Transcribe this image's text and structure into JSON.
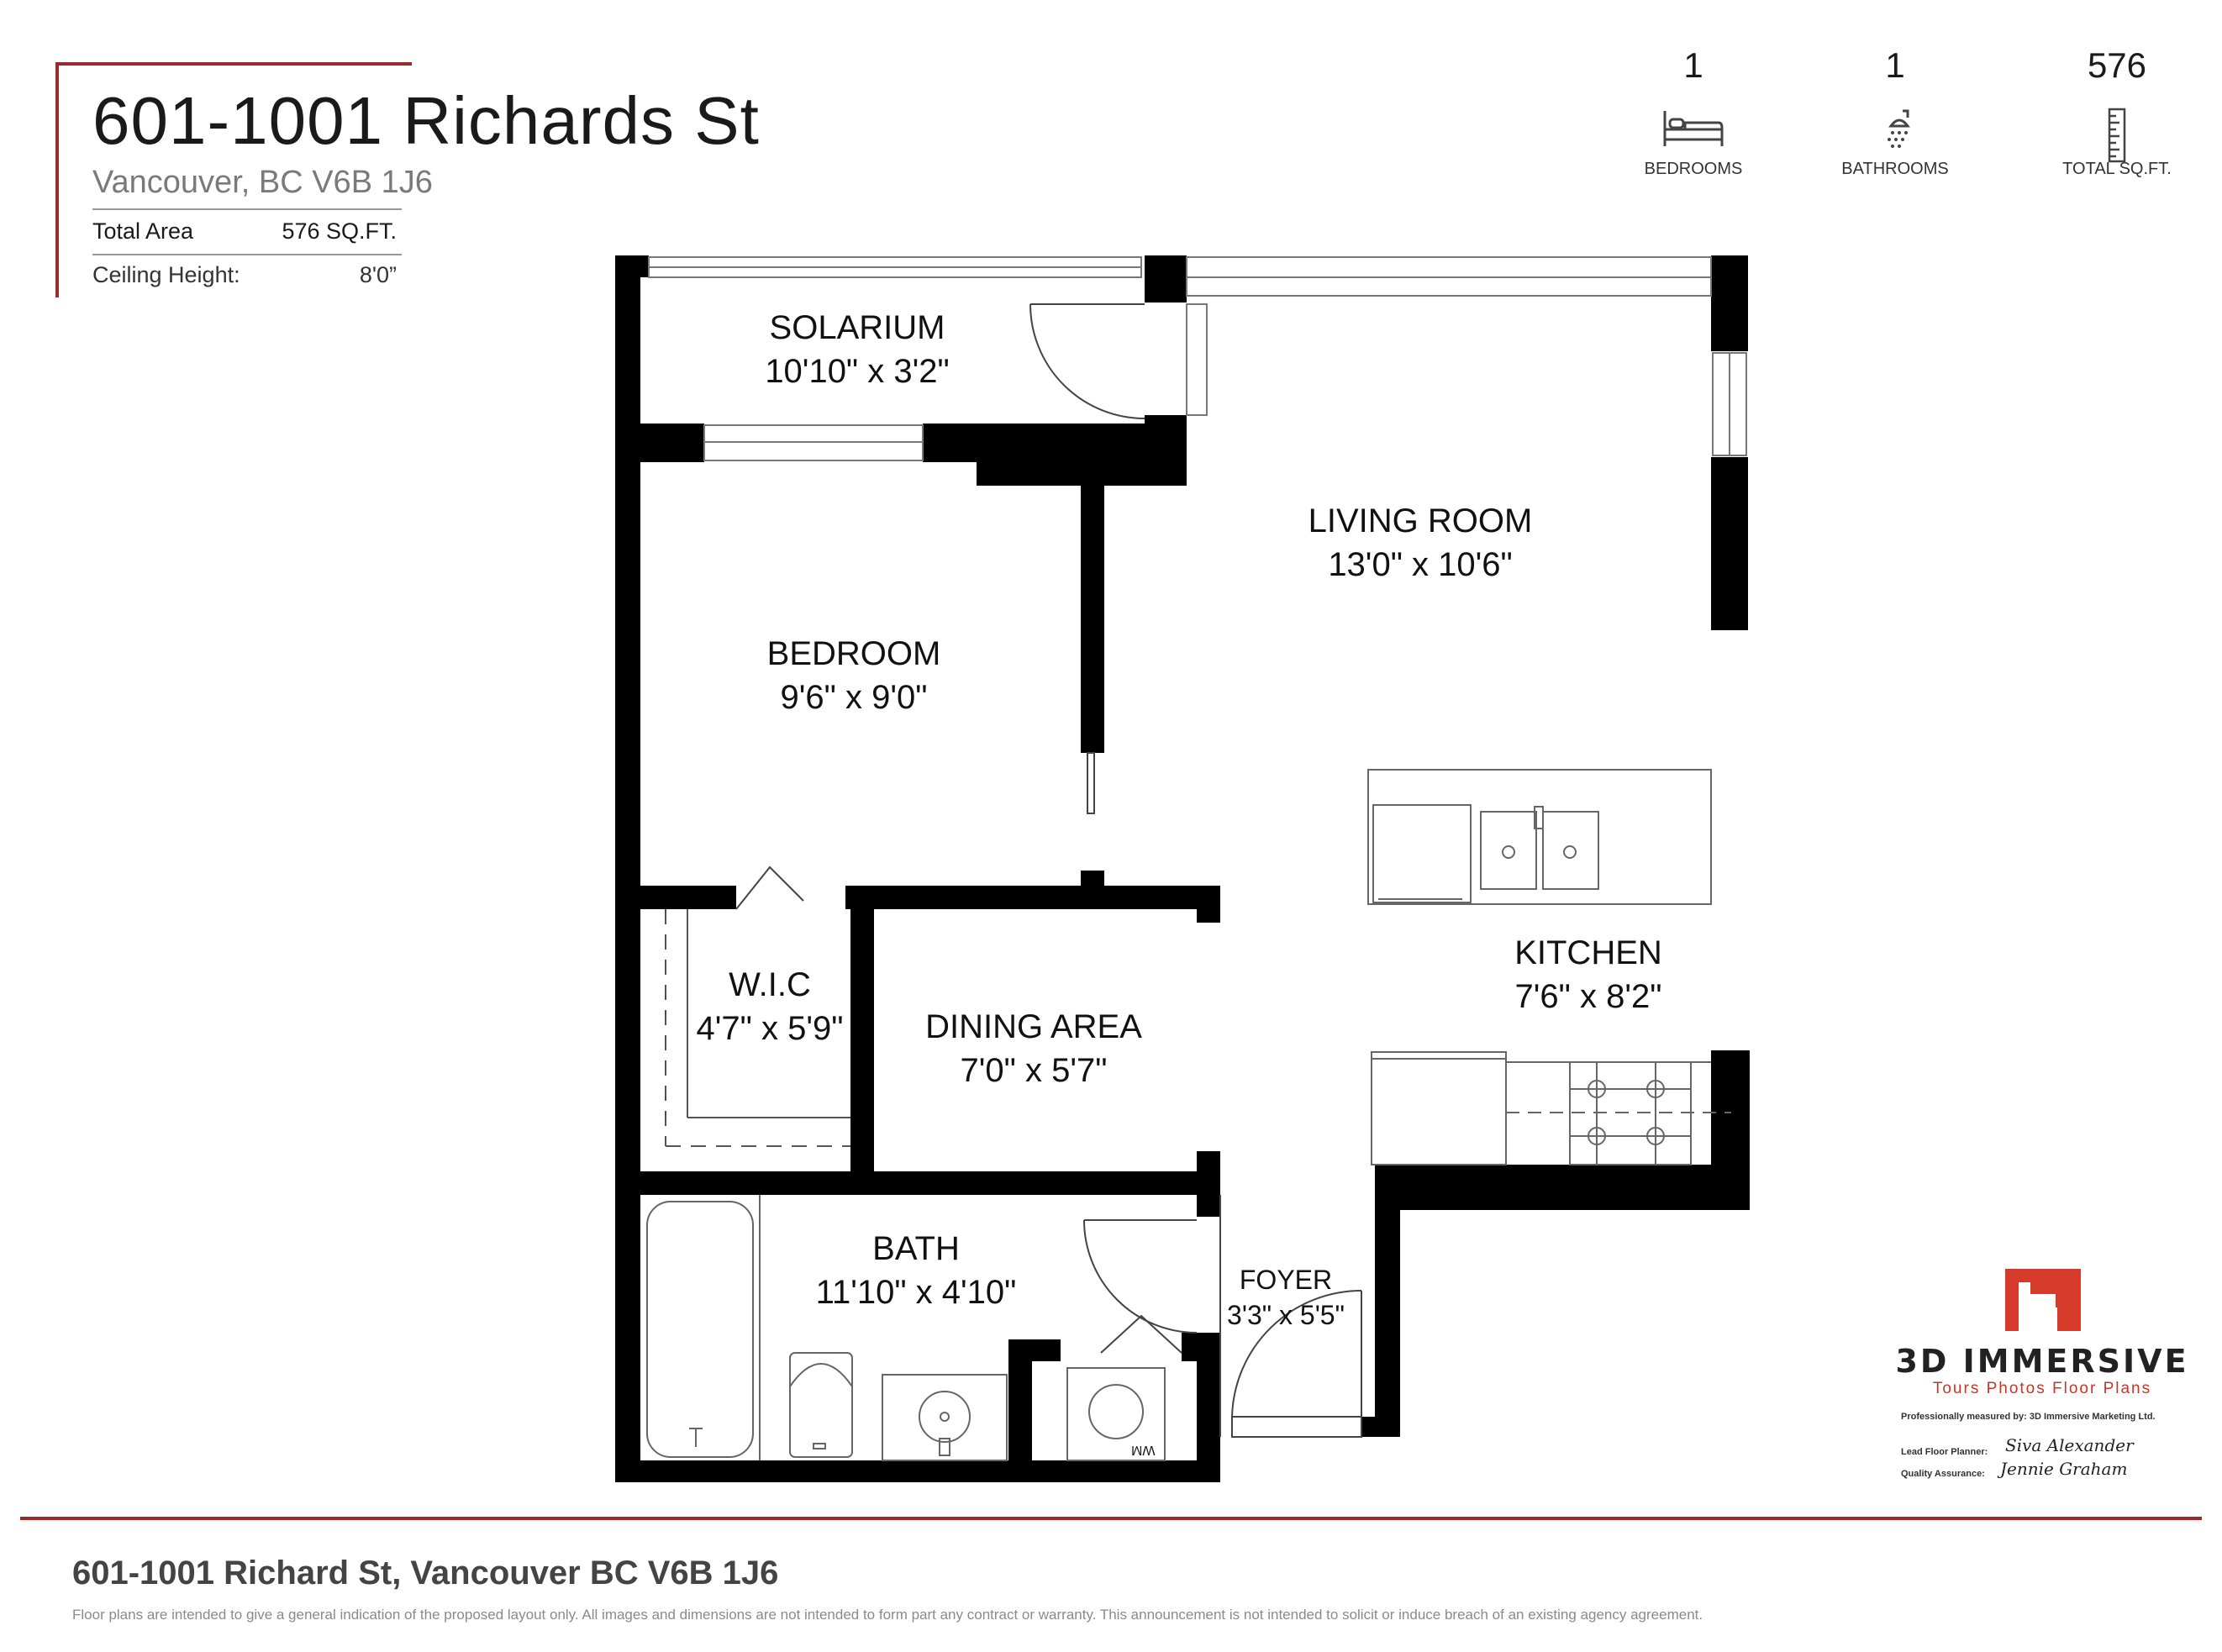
{
  "header": {
    "title": "601-1001 Richards St",
    "subtitle": "Vancouver, BC V6B 1J6",
    "total_area_label": "Total Area",
    "total_area_value": "576 SQ.FT.",
    "ceiling_label": "Ceiling Height:",
    "ceiling_value": "8'0”"
  },
  "stats": [
    {
      "value": "1",
      "label": "BEDROOMS",
      "icon": "bed-icon"
    },
    {
      "value": "1",
      "label": "BATHROOMS",
      "icon": "shower-icon"
    },
    {
      "value": "576",
      "label": "TOTAL SQ.FT.",
      "icon": "ruler-icon"
    }
  ],
  "rooms": {
    "solarium": {
      "name": "SOLARIUM",
      "dims": "10'10\" x 3'2\""
    },
    "living": {
      "name": "LIVING ROOM",
      "dims": "13'0\" x 10'6\""
    },
    "bedroom": {
      "name": "BEDROOM",
      "dims": "9'6\" x 9'0\""
    },
    "wic": {
      "name": "W.I.C",
      "dims": "4'7\" x 5'9\""
    },
    "dining": {
      "name": "DINING AREA",
      "dims": "7'0\" x 5'7\""
    },
    "kitchen": {
      "name": "KITCHEN",
      "dims": "7'6\" x 8'2\""
    },
    "bath": {
      "name": "BATH",
      "dims": "11'10\" x 4'10\""
    },
    "foyer": {
      "name": "FOYER",
      "dims": "3'3\" x 5'5\""
    }
  },
  "fixtures": {
    "washer": "WM"
  },
  "branding": {
    "name": "3D IMMERSIVE",
    "tagline": "Tours  Photos  Floor Plans",
    "measured_by": "Professionally measured by: 3D Immersive Marketing Ltd.",
    "lead_label": "Lead Floor Planner:",
    "lead_name": "Siva Alexander",
    "qa_label": "Quality Assurance:",
    "qa_name": "Jennie Graham",
    "accent_color": "#d63a2b"
  },
  "footer": {
    "address": "601-1001 Richard St, Vancouver BC V6B 1J6",
    "disclaimer": "Floor plans are intended to give a general indication of the proposed layout only. All images and dimensions are not intended to form part any contract or warranty. This announcement is not intended to solicit or induce breach of an existing agency agreement."
  }
}
